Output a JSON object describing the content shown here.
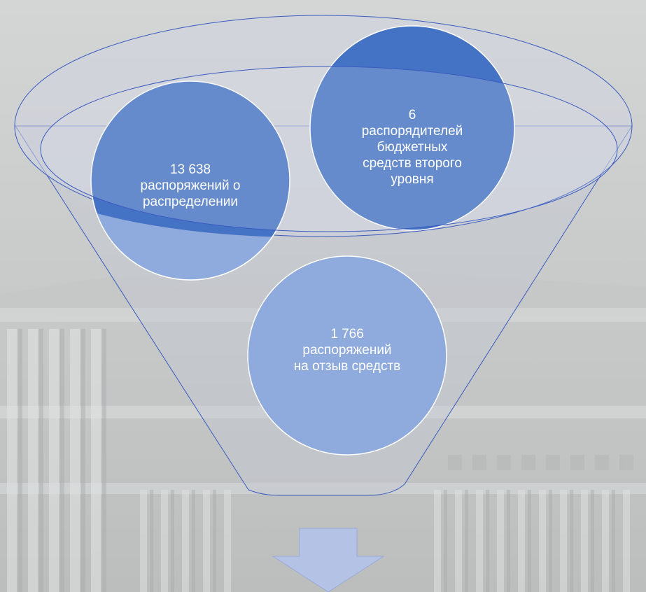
{
  "diagram": {
    "colors": {
      "background": "#c9cbcb",
      "funnel_fill": "#c3c7d2",
      "funnel_stroke": "#3a5bbf",
      "circle_dark": "#4472c4",
      "circle_light": "#8faadc",
      "circle_stroke": "#ffffff",
      "arrow_fill": "#b4c2e6",
      "text": "#ffffff"
    },
    "circles": [
      {
        "id": "left",
        "lines": [
          "13 638",
          "распоряжений о",
          "распределении"
        ]
      },
      {
        "id": "right",
        "lines": [
          "6",
          "распорядителей",
          "бюджетных",
          "средств второго",
          "уровня"
        ]
      },
      {
        "id": "bottom",
        "lines": [
          "1 766",
          "распоряжений",
          "на отзыв средств"
        ]
      }
    ],
    "arrow": {
      "direction": "down"
    }
  }
}
